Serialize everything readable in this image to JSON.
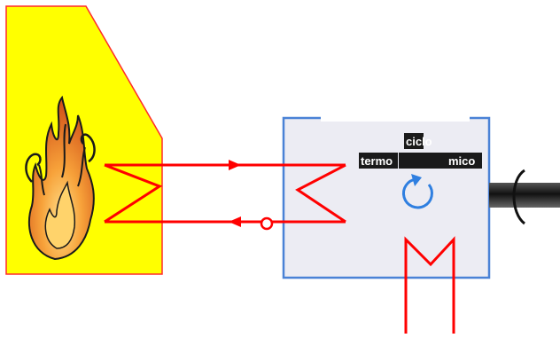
{
  "diagram": {
    "cycle_label_line1": "ciclo",
    "cycle_label_line2": "termo",
    "cycle_label_line3": "mico",
    "colors": {
      "furnace_fill": "#ffff00",
      "furnace_stroke": "#ff0000",
      "engine_fill": "#ececf3",
      "engine_stroke": "#4a82d6",
      "pipe": "#ff0000",
      "rotation_arrow": "#2f7fe0",
      "shaft": "#2a2a2a"
    },
    "icons": {
      "flame": "flame-icon",
      "heat_exchanger_hot": "heat-exchanger-coil-icon",
      "heat_exchanger_cycle": "heat-exchanger-coil-icon",
      "cold_exchanger": "cold-exchanger-coil-icon",
      "pump": "pump-icon",
      "rotation": "rotation-arrow-icon",
      "shaft": "output-shaft-icon"
    }
  }
}
